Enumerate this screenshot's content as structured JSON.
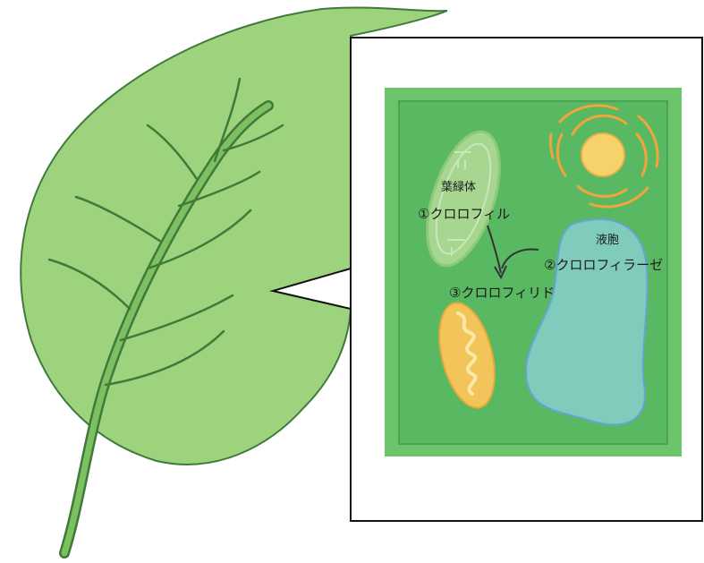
{
  "labels": {
    "chloroplast": "葉緑体",
    "vacuole": "液胞",
    "chlorophyll": "①クロロフィル",
    "chlorophyllase": "②クロロフィラーゼ",
    "chlorophyllide": "③クロロフィリド"
  },
  "colors": {
    "leaf": "#9ed37e",
    "leaf_edge": "#3f7a3a",
    "vein": "#5aa34d",
    "cell_wall": "#6cc46a",
    "cytoplasm": "#59b862",
    "chloroplast": "#a6d68f",
    "vacuole": "#7fcbbc",
    "vacuole_edge": "#6aa2d6",
    "mitochondrion": "#f3c45a",
    "nucleus": "#f6d36a",
    "nucleus_ring": "#f0a63a"
  }
}
